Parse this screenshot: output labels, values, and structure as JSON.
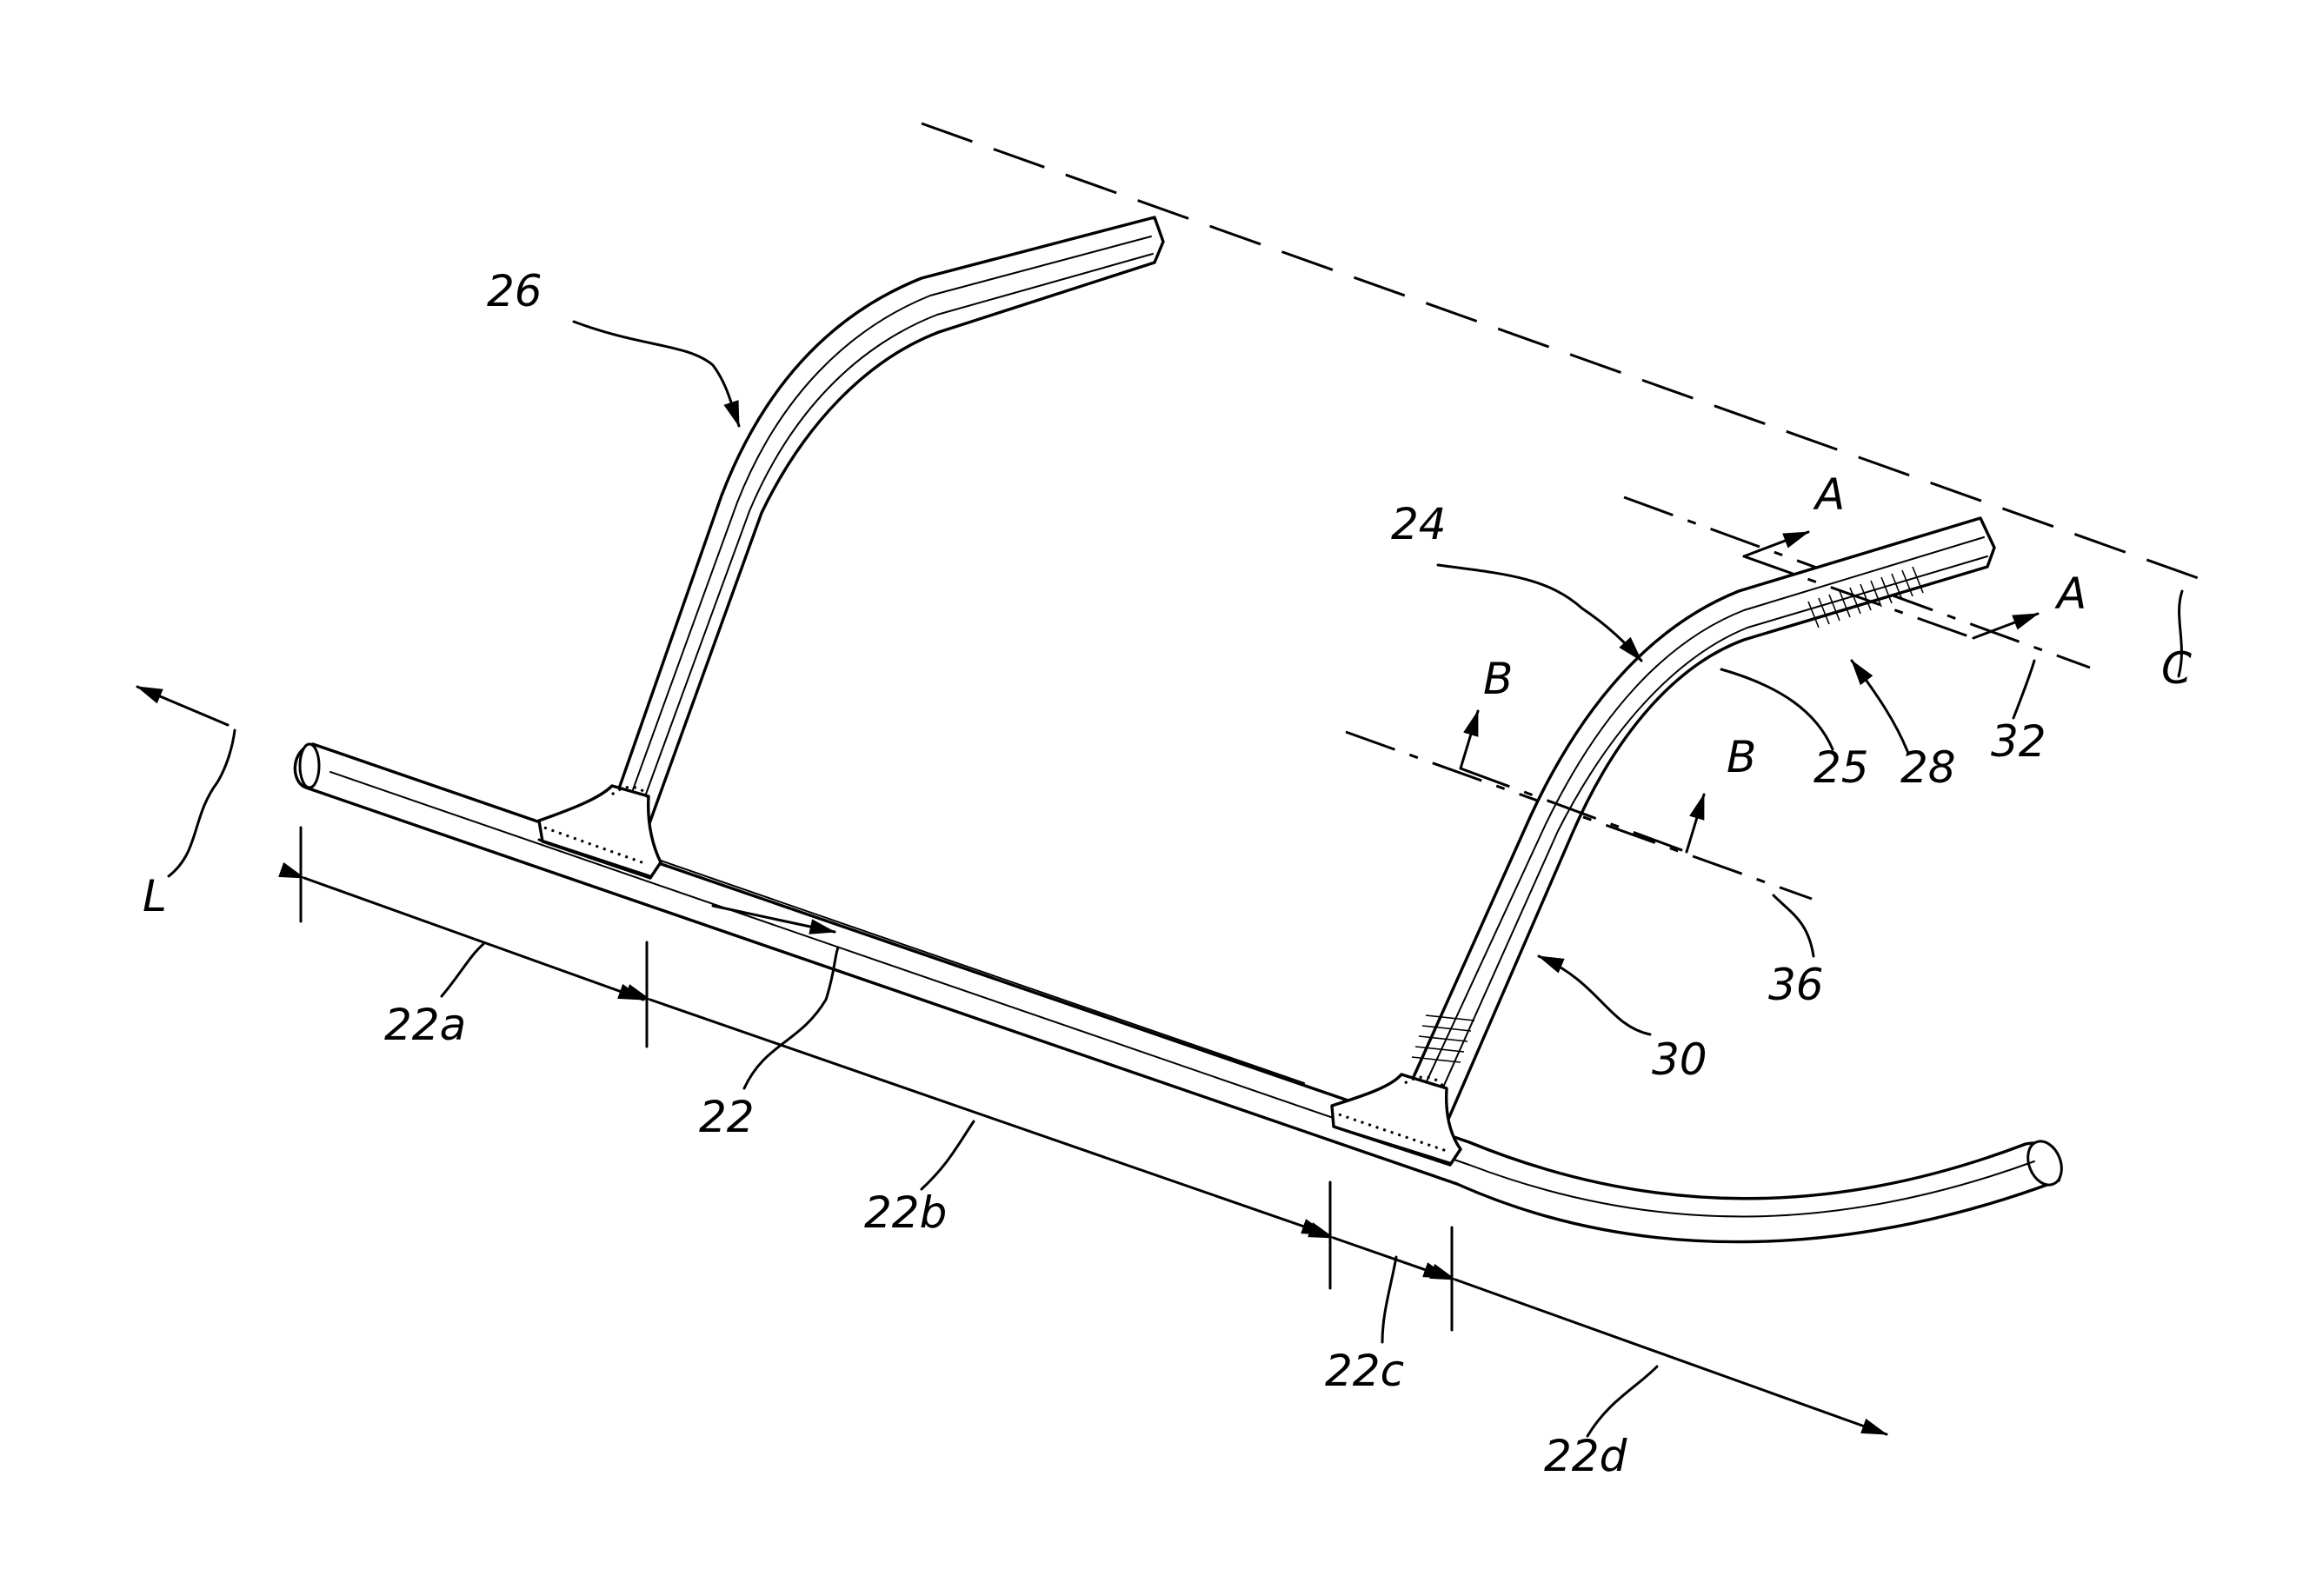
{
  "figure": {
    "labels": {
      "frame_member": "26",
      "support_member": "24",
      "section_a_top": "A",
      "section_a_bottom": "A",
      "section_b_left": "B",
      "section_b_right": "B",
      "longitudinal_axis": "L",
      "axis_c": "C",
      "line_32": "32",
      "line_36": "36",
      "bend_25": "25",
      "upper_28": "28",
      "lower_30": "30",
      "rail": "22",
      "segment_a": "22a",
      "segment_b": "22b",
      "segment_c": "22c",
      "segment_d": "22d"
    },
    "colors": {
      "ink": "#000000",
      "paper": "#ffffff"
    }
  }
}
